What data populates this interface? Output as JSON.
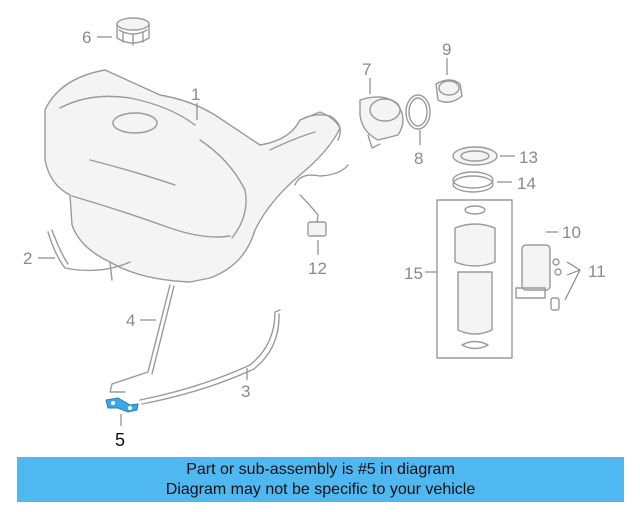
{
  "callouts": {
    "c1": "1",
    "c2": "2",
    "c3": "3",
    "c4": "4",
    "c5": "5",
    "c6": "6",
    "c7": "7",
    "c8": "8",
    "c9": "9",
    "c10": "10",
    "c11": "11",
    "c12": "12",
    "c13": "13",
    "c14": "14",
    "c15": "15"
  },
  "banner": {
    "line1": "Part or sub-assembly is #5 in diagram",
    "line2": "Diagram may not be specific to your vehicle"
  },
  "colors": {
    "banner_bg": "#4fb8f0",
    "highlight_part": "#3aa7e8",
    "line_art": "#9a9a9a"
  }
}
